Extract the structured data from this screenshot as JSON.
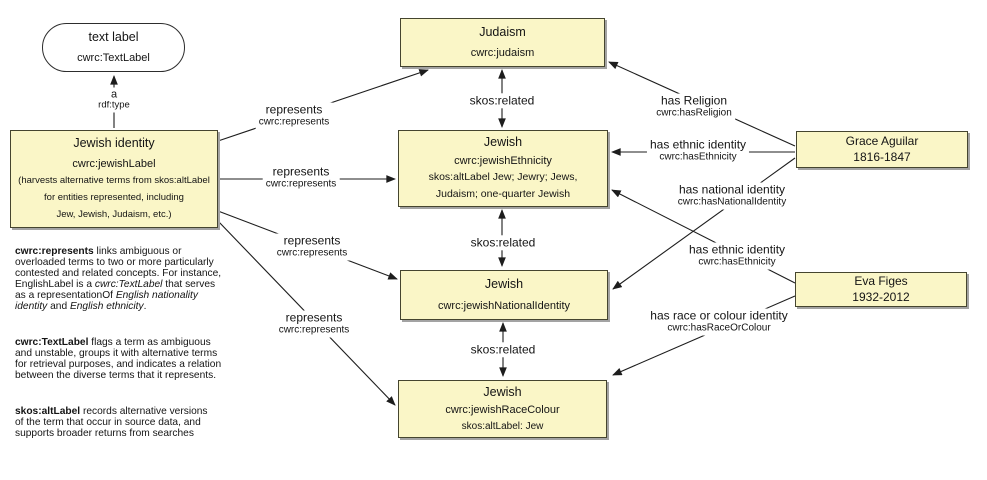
{
  "colors": {
    "node_fill": "#FAF6C7",
    "node_border": "#45452F",
    "node_shadow": "#A3A3A3",
    "edge_line": "#1D1D1D",
    "background": "#FFFFFF"
  },
  "nodes": {
    "text_label": {
      "title": "text label",
      "subtitle": "cwrc:TextLabel"
    },
    "jewish_identity": {
      "title": "Jewish identity",
      "subtitle": "cwrc:jewishLabel",
      "notes": [
        "(harvests alternative terms from skos:altLabel",
        "for entities represented, including",
        "Jew, Jewish, Judaism, etc.)"
      ]
    },
    "judaism": {
      "title": "Judaism",
      "subtitle": "cwrc:judaism"
    },
    "jewish_ethnicity": {
      "title": "Jewish",
      "subtitle": "cwrc:jewishEthnicity",
      "notes": [
        "skos:altLabel Jew; Jewry; Jews,",
        "Judaism; one-quarter Jewish"
      ]
    },
    "jewish_national_identity": {
      "title": "Jewish",
      "subtitle": "cwrc:jewishNationalIdentity"
    },
    "jewish_race_colour": {
      "title": "Jewish",
      "subtitle": "cwrc:jewishRaceColour",
      "notes": [
        "skos:altLabel: Jew"
      ]
    },
    "grace_aguilar": {
      "title": "Grace Aguilar",
      "subtitle": "1816-1847"
    },
    "eva_figes": {
      "title": "Eva Figes",
      "subtitle": "1932-2012"
    }
  },
  "edge_labels": {
    "rdf_type": {
      "line1": "a",
      "line2": "rdf:type"
    },
    "represents_judaism": {
      "line1": "represents",
      "line2": "cwrc:represents"
    },
    "represents_ethnicity": {
      "line1": "represents",
      "line2": "cwrc:represents"
    },
    "represents_national_identity": {
      "line1": "represents",
      "line2": "cwrc:represents"
    },
    "represents_race_colour": {
      "line1": "represents",
      "line2": "cwrc:represents"
    },
    "skos_related_judaism_ethnicity": {
      "line1": "skos:related"
    },
    "skos_related_ethnicity_national": {
      "line1": "skos:related"
    },
    "skos_related_national_race": {
      "line1": "skos:related"
    },
    "has_religion": {
      "line1": "has Religion",
      "line2": "cwrc:hasReligion"
    },
    "has_ethnic_identity_grace": {
      "line1": "has ethnic identity",
      "line2": "cwrc:hasEthnicity"
    },
    "has_national_identity": {
      "line1": "has national identity",
      "line2": "cwrc:hasNationalIdentity"
    },
    "has_ethnic_identity_eva": {
      "line1": "has ethnic identity",
      "line2": "cwrc:hasEthnicity"
    },
    "has_race_or_colour": {
      "line1": "has race or colour identity",
      "line2": "cwrc:hasRaceOrColour"
    }
  },
  "notes": [
    {
      "lines": [
        [
          {
            "t": "cwrc:represents",
            "s": "b"
          },
          {
            "t": " links ambiguous or"
          }
        ],
        [
          {
            "t": "overloaded terms to two or more particularly"
          }
        ],
        [
          {
            "t": "contested and related concepts. For instance,"
          }
        ],
        [
          {
            "t": "EnglishLabel is a "
          },
          {
            "t": "cwrc:TextLabel",
            "s": "i"
          },
          {
            "t": " that serves"
          }
        ],
        [
          {
            "t": "as a representationOf "
          },
          {
            "t": "English nationality",
            "s": "i"
          }
        ],
        [
          {
            "t": "identity",
            "s": "i"
          },
          {
            "t": " and "
          },
          {
            "t": "English ethnicity",
            "s": "i"
          },
          {
            "t": "."
          }
        ]
      ]
    },
    {
      "lines": [
        [
          {
            "t": "cwrc:TextLabel",
            "s": "b"
          },
          {
            "t": " flags a term as ambiguous"
          }
        ],
        [
          {
            "t": "and unstable, groups it with alternative terms"
          }
        ],
        [
          {
            "t": "for retrieval purposes, and indicates a relation"
          }
        ],
        [
          {
            "t": "between the diverse terms that it represents."
          }
        ]
      ]
    },
    {
      "lines": [
        [
          {
            "t": "skos:altLabel",
            "s": "b"
          },
          {
            "t": " records alternative versions"
          }
        ],
        [
          {
            "t": "of the term that occur in source data, and"
          }
        ],
        [
          {
            "t": "supports broader returns from searches"
          }
        ]
      ]
    }
  ]
}
